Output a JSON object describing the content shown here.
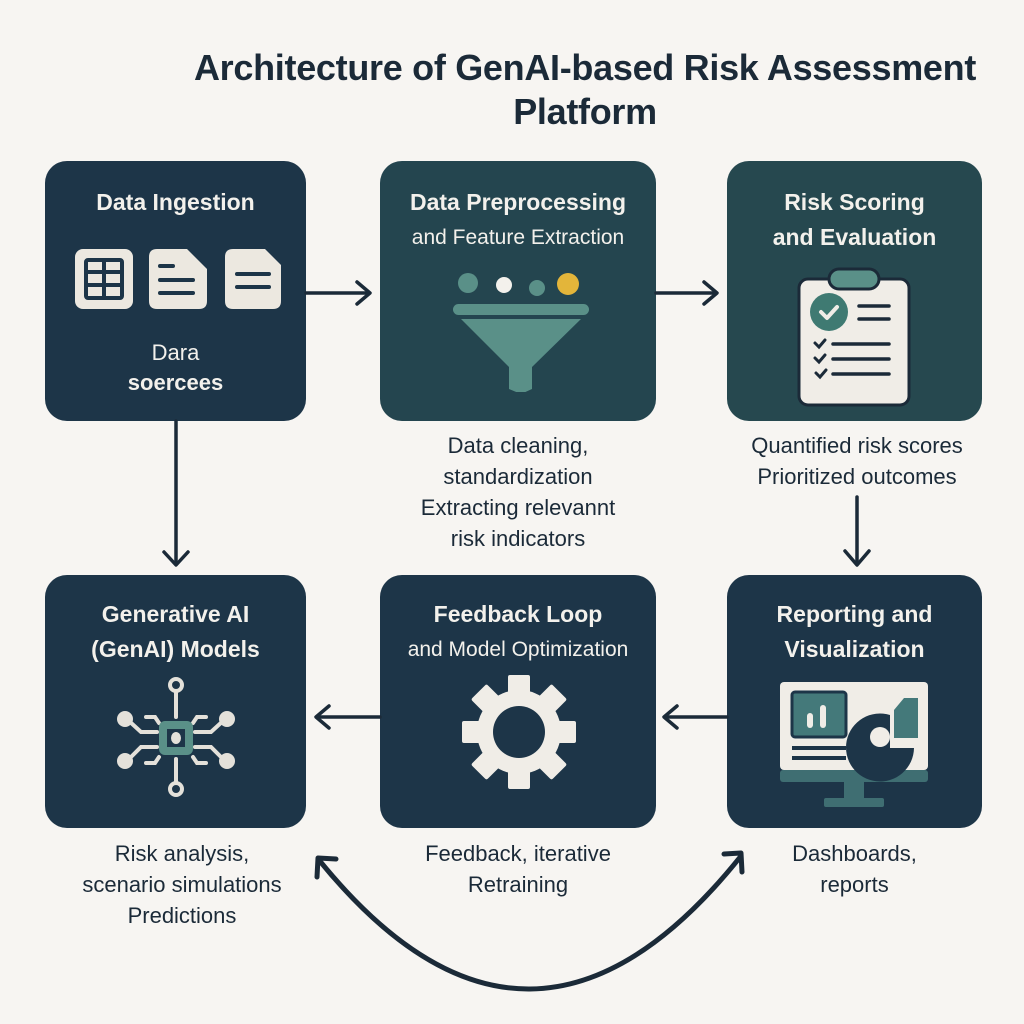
{
  "title": {
    "line1": "Architecture of GenAI-based Risk Assessment",
    "line2": "Platform"
  },
  "colors": {
    "background": "#f7f5f2",
    "navy": "#1d3548",
    "teal": "#24454f",
    "accent_teal": "#5a9088",
    "accent_yellow": "#e3b53a",
    "light": "#f0ede7",
    "arrow": "#1b2a38"
  },
  "stages": [
    {
      "id": "data-ingestion",
      "heading": [
        "Data Ingestion"
      ],
      "inner_label": [
        "Dara",
        "soercees"
      ],
      "icon": "data-sources-icons",
      "caption": []
    },
    {
      "id": "data-preprocessing",
      "heading": [
        "Data Preprocessing",
        "and Feature Extraction"
      ],
      "icon": "funnel-icon",
      "caption": [
        "Data cleaning,",
        "standardization",
        "Extracting relevannt",
        "risk indicators"
      ]
    },
    {
      "id": "risk-scoring",
      "heading": [
        "Risk Scoring",
        "and Evaluation"
      ],
      "icon": "clipboard-checklist-icon",
      "caption": [
        "Quantified risk scores",
        "Prioritized outcomes"
      ]
    },
    {
      "id": "genai-models",
      "heading": [
        "Generative AI",
        "(GenAI) Models"
      ],
      "icon": "ai-chip-network-icon",
      "caption": [
        "Risk analysis,",
        "scenario simulations",
        "Predictions"
      ]
    },
    {
      "id": "feedback-loop",
      "heading": [
        "Feedback Loop",
        "and Model Optimization"
      ],
      "icon": "gear-icon",
      "caption": [
        "Feedback, iterative",
        "Retraining"
      ]
    },
    {
      "id": "reporting",
      "heading": [
        "Reporting and",
        "Visualization"
      ],
      "icon": "monitor-dashboard-icon",
      "caption": [
        "Dashboards,",
        "reports"
      ]
    }
  ],
  "connections": [
    {
      "from": "data-ingestion",
      "to": "data-preprocessing",
      "direction": "right"
    },
    {
      "from": "data-preprocessing",
      "to": "risk-scoring",
      "direction": "right"
    },
    {
      "from": "risk-scoring",
      "to": "reporting",
      "direction": "down"
    },
    {
      "from": "reporting",
      "to": "feedback-loop",
      "direction": "left"
    },
    {
      "from": "feedback-loop",
      "to": "genai-models",
      "direction": "left"
    },
    {
      "from": "data-ingestion",
      "to": "genai-models",
      "direction": "down"
    },
    {
      "from": "genai-models",
      "to": "reporting",
      "direction": "bidirectional-curve"
    }
  ]
}
